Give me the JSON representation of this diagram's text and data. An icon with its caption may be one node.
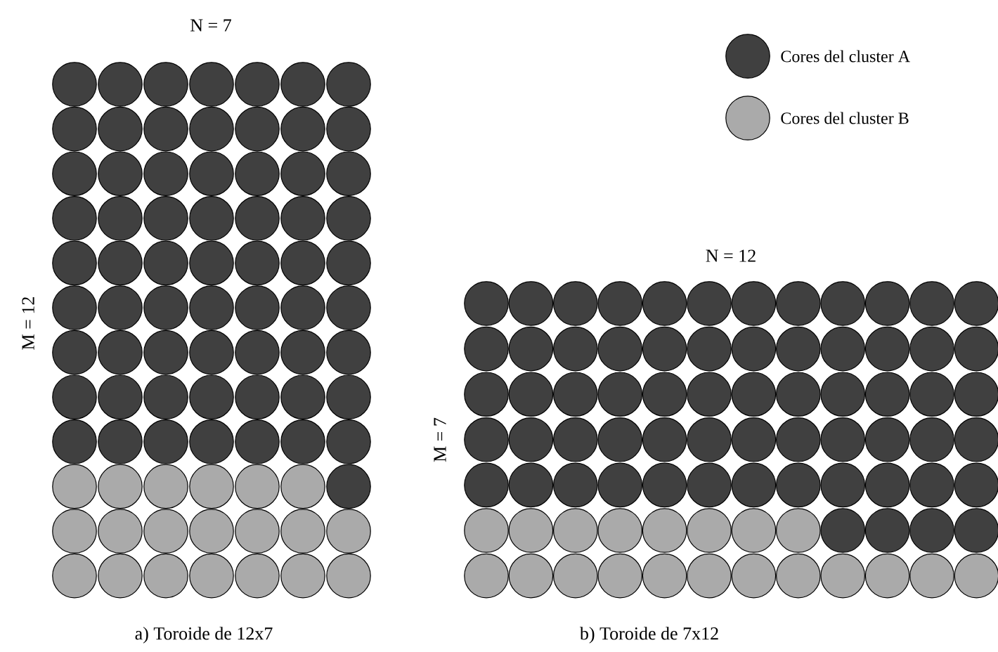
{
  "diagram": {
    "labels": [
      "N = 7",
      "M = 12",
      "N = 12",
      "M = 7",
      "a) Toroide de 12x7",
      "b) Toroide de 7x12"
    ],
    "legend": [
      {
        "text": "Cores del cluster A",
        "color": "#404040"
      },
      {
        "text": "Cores del cluster B",
        "color": "#aaaaaa"
      }
    ]
  }
}
